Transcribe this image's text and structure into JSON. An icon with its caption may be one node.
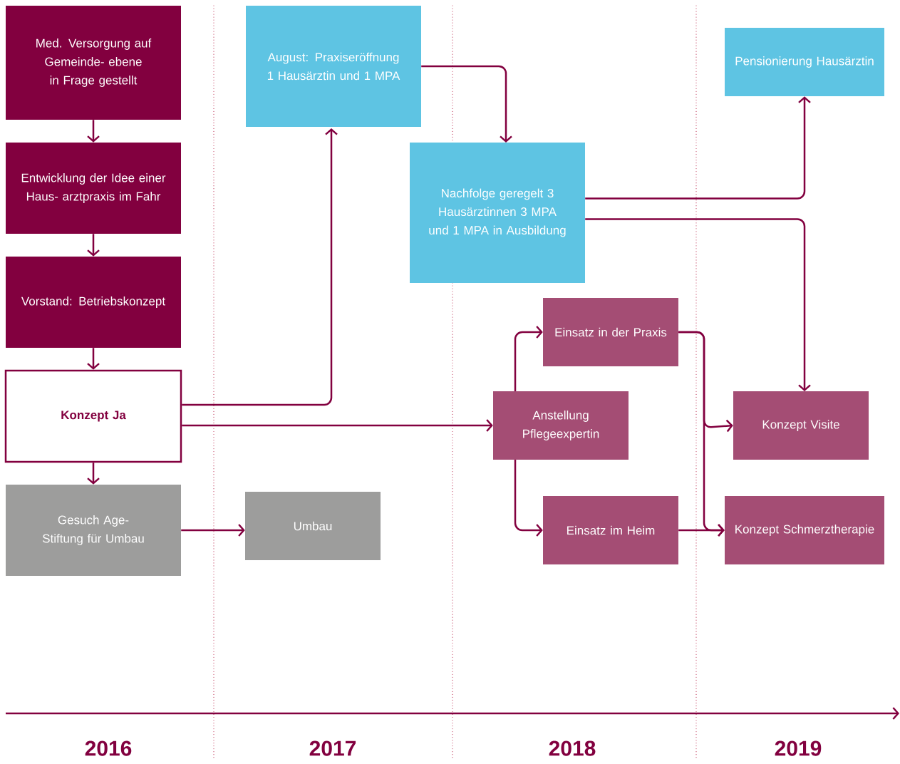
{
  "diagram": {
    "nodes": [
      {
        "text": [
          "Med. Versorgung auf Gemeinde- ebene in Frage gestellt"
        ]
      },
      {
        "text": [
          "Entwicklung der Idee einer Haus- arztpraxis im Fahr"
        ]
      },
      {
        "text": [
          "Vorstand: Betriebskonzept"
        ]
      },
      {
        "text": [
          "Konzept Ja"
        ]
      },
      {
        "text": [
          "Gesuch Age-Stiftung für Umbau"
        ]
      },
      {
        "text": [
          "August: Praxiseröffnung 1 Hausärztin und 1 MPA"
        ]
      },
      {
        "text": [
          "Umbau"
        ]
      },
      {
        "text": [
          "Pensionierung Hausärztin"
        ]
      },
      {
        "text": [
          "Nachfolge geregelt 3 Hausärztinnen 3 MPA und 1 MPA in Ausbildung"
        ]
      },
      {
        "text": [
          "Einsatz in der Praxis"
        ]
      },
      {
        "text": [
          "Anstellung Pflegeexpertin"
        ]
      },
      {
        "text": [
          "Konzept Visite"
        ]
      },
      {
        "text": [
          "Einsatz im Heim"
        ]
      },
      {
        "text": [
          "Konzept Schmerztherapie"
        ]
      }
    ],
    "edges": [
      {
        "from": 0,
        "to": 1,
        "arrow": "to"
      },
      {
        "from": 1,
        "to": 2,
        "arrow": "to"
      },
      {
        "from": 2,
        "to": 3,
        "arrow": "to"
      },
      {
        "from": 3,
        "to": 4,
        "arrow": "to"
      },
      {
        "from": 4,
        "to": 6,
        "arrow": "to"
      },
      {
        "from": 3,
        "to": 5,
        "arrow": "to"
      },
      {
        "from": 5,
        "to": 8,
        "arrow": "to"
      },
      {
        "from": 8,
        "to": 7,
        "arrow": "to"
      },
      {
        "from": 8,
        "to": 11,
        "arrow": "to"
      },
      {
        "from": 3,
        "to": 10,
        "arrow": "to"
      },
      {
        "from": 10,
        "to": 9,
        "arrow": "to"
      },
      {
        "from": 10,
        "to": 12,
        "arrow": "to"
      },
      {
        "from": 9,
        "to": 11,
        "arrow": "to"
      },
      {
        "from": 9,
        "to": 13,
        "arrow": "to"
      },
      {
        "from": 12,
        "to": 13,
        "arrow": "to"
      }
    ],
    "labels": [
      "2016",
      "2017",
      "2018",
      "2019"
    ]
  }
}
